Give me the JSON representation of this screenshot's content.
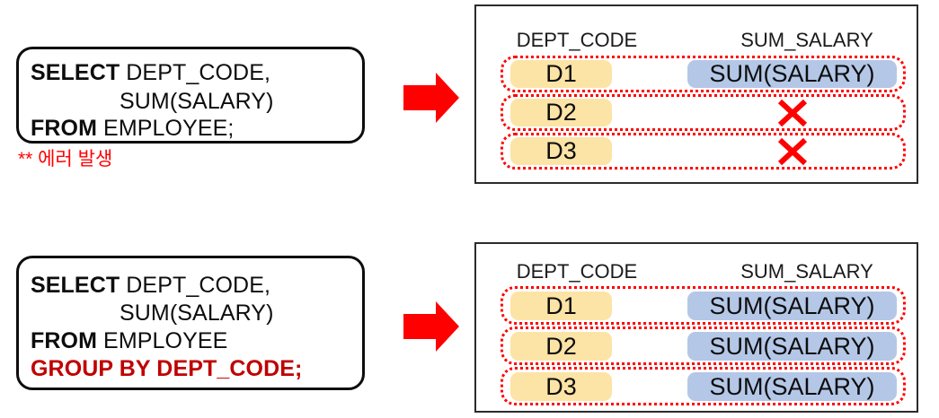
{
  "diagram": {
    "title": "SQL GROUP BY aggregation illustration",
    "colors": {
      "dept_pill": "#FCE4A6",
      "sum_pill": "#B4C7E7",
      "accent_red": "#FF0000",
      "keyword_red": "#C00000",
      "border_black": "#0D0D0D"
    }
  },
  "top": {
    "sql": {
      "line1_kw": "SELECT",
      "line1_rest": " DEPT_CODE,",
      "line2": "SUM(SALARY)",
      "line3_kw": "FROM",
      "line3_rest": " EMPLOYEE;"
    },
    "error_note": "** 에러 발생",
    "arrow_name": "right-arrow",
    "table": {
      "headers": [
        "DEPT_CODE",
        "SUM_SALARY"
      ],
      "rows": [
        {
          "dept": "D1",
          "sum": "SUM(SALARY)",
          "sum_kind": "pill"
        },
        {
          "dept": "D2",
          "sum": "✕",
          "sum_kind": "x"
        },
        {
          "dept": "D3",
          "sum": "✕",
          "sum_kind": "x"
        }
      ]
    }
  },
  "bottom": {
    "sql": {
      "line1_kw": "SELECT",
      "line1_rest": " DEPT_CODE,",
      "line2": "SUM(SALARY)",
      "line3_kw": "FROM",
      "line3_rest": " EMPLOYEE",
      "line4_kw": "GROUP BY DEPT_CODE",
      "line4_semi": ";"
    },
    "arrow_name": "right-arrow",
    "table": {
      "headers": [
        "DEPT_CODE",
        "SUM_SALARY"
      ],
      "rows": [
        {
          "dept": "D1",
          "sum": "SUM(SALARY)",
          "sum_kind": "pill"
        },
        {
          "dept": "D2",
          "sum": "SUM(SALARY)",
          "sum_kind": "pill"
        },
        {
          "dept": "D3",
          "sum": "SUM(SALARY)",
          "sum_kind": "pill"
        }
      ]
    }
  }
}
